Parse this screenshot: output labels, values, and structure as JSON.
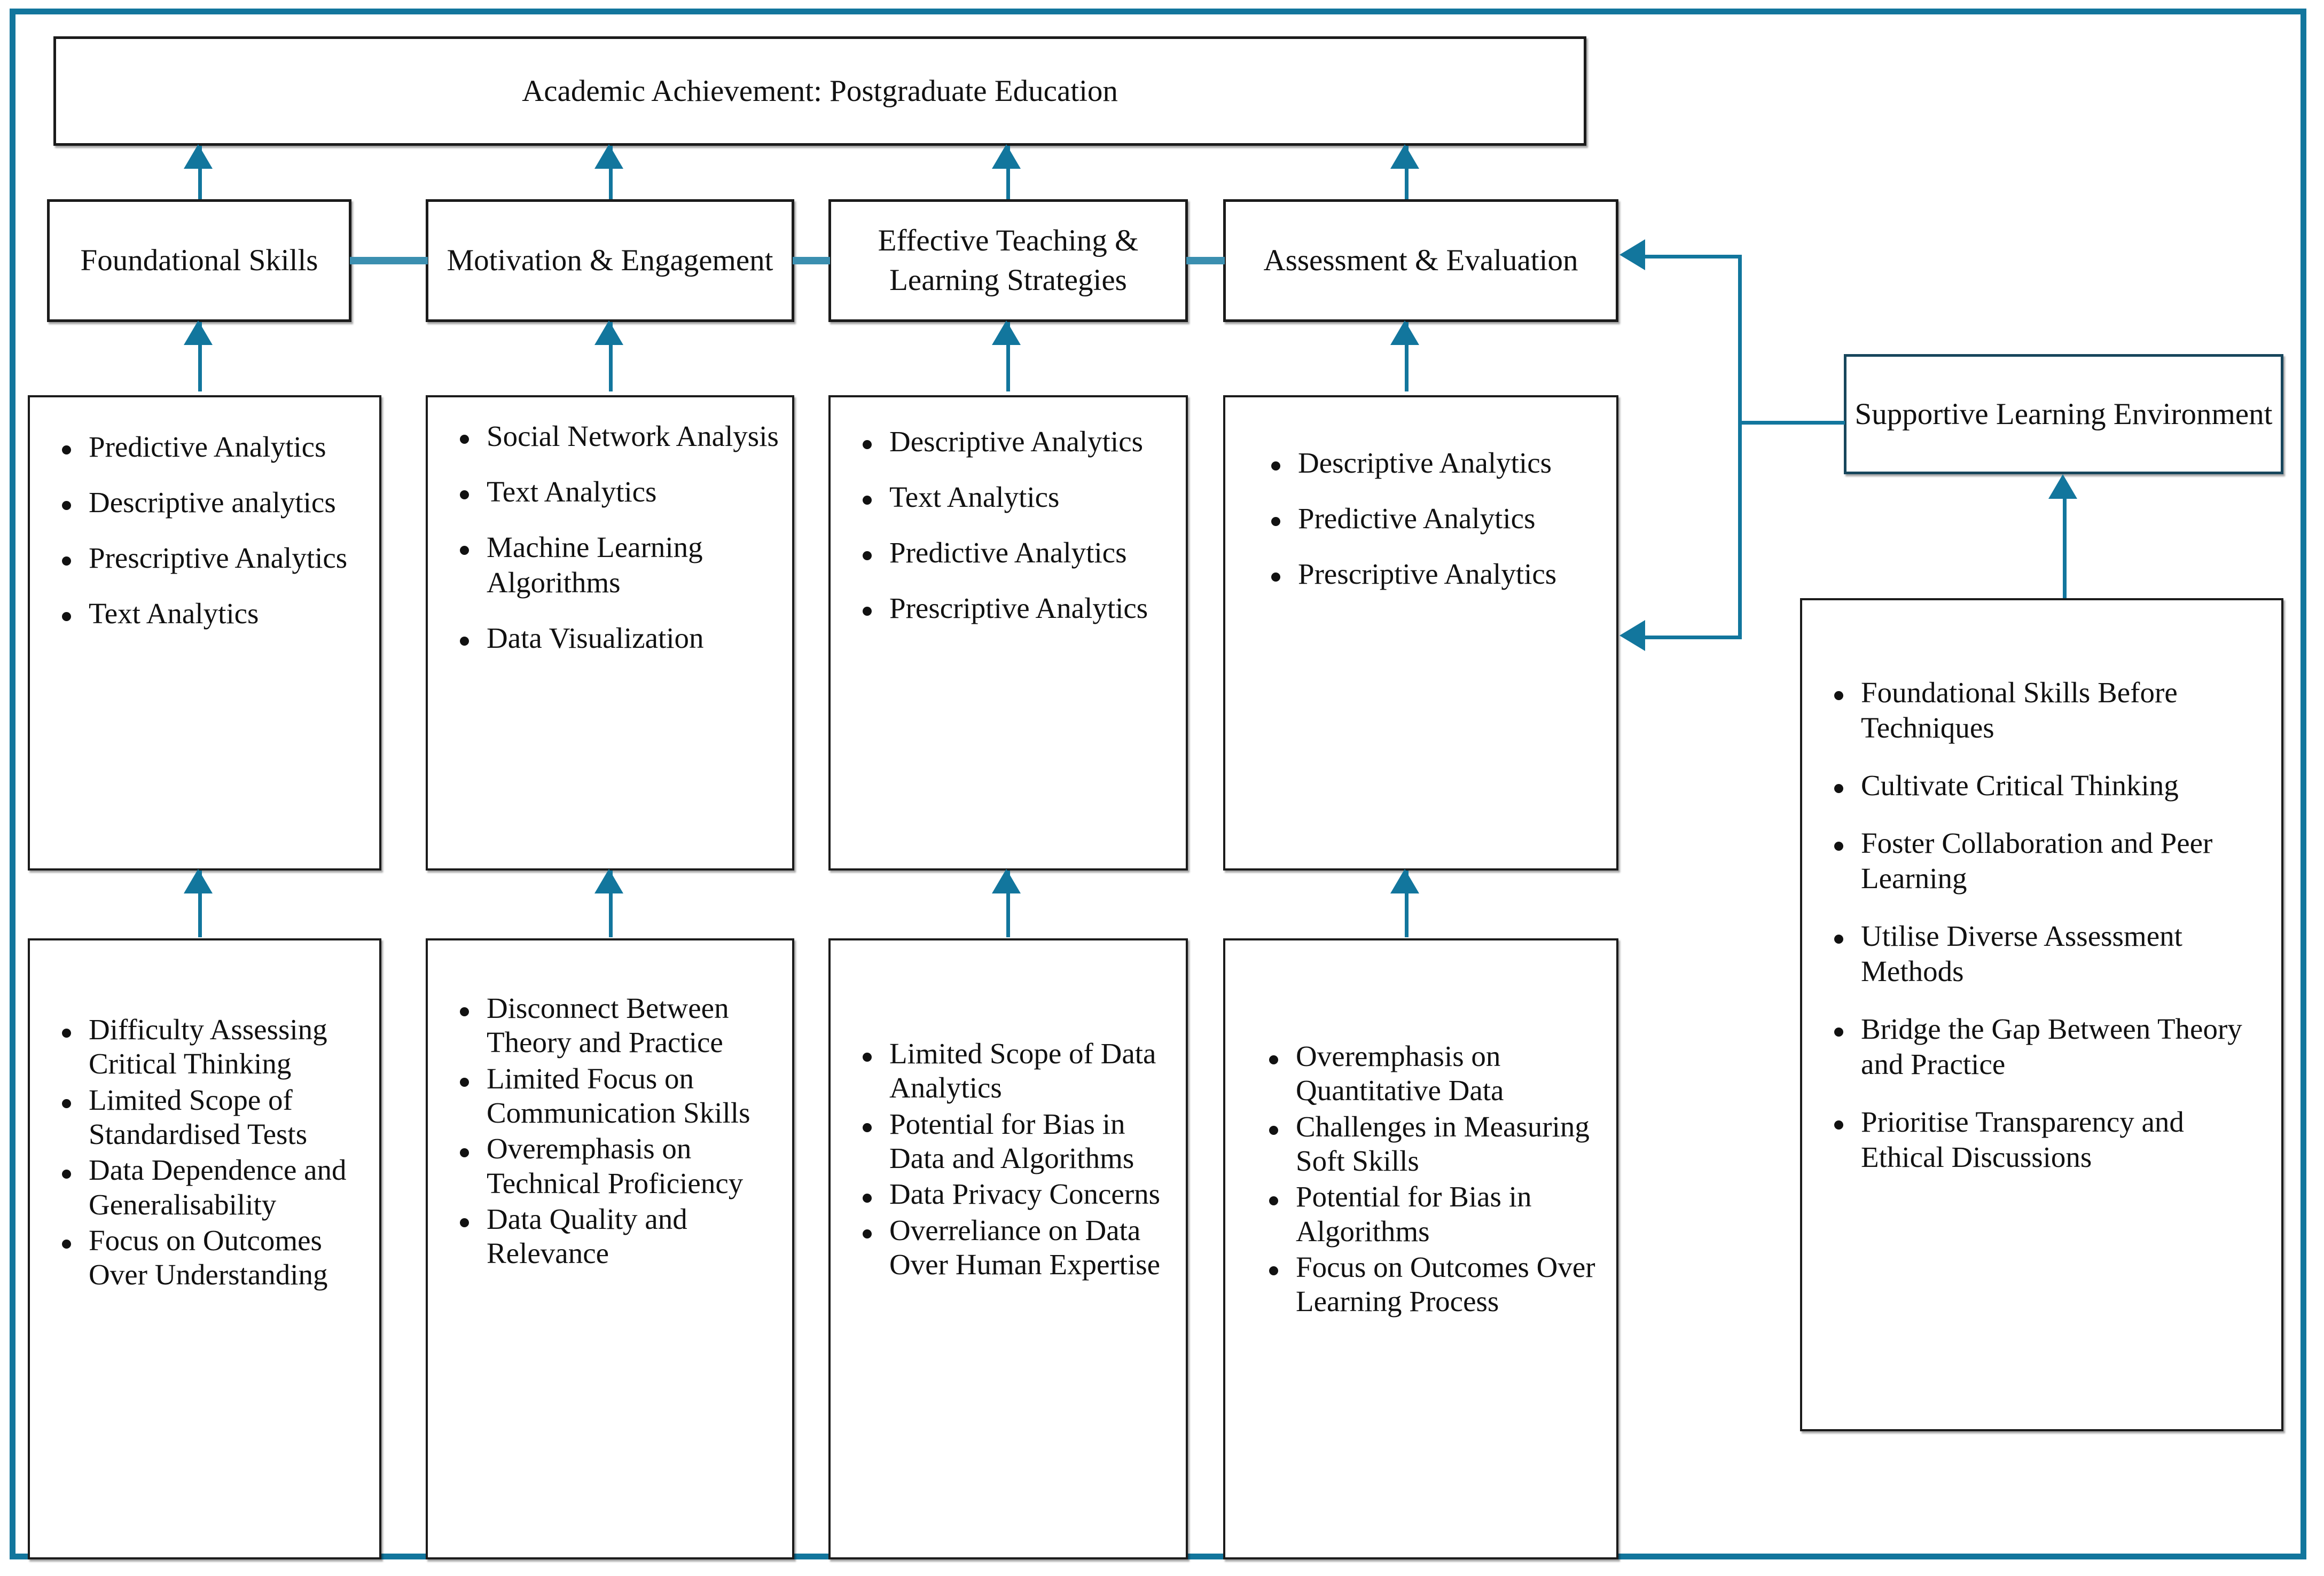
{
  "figure": {
    "accent_color": "#12769d",
    "box_border_color": "#1b1b1b",
    "frame_color": "#12769d"
  },
  "top": {
    "title": "Academic Achievement: Postgraduate Education"
  },
  "pillars": [
    {
      "label": "Foundational Skills"
    },
    {
      "label": "Motivation & Engagement"
    },
    {
      "label": "Effective Teaching & Learning Strategies"
    },
    {
      "label": "Assessment & Evaluation"
    }
  ],
  "analytics": [
    {
      "items": [
        "Predictive Analytics",
        "Descriptive analytics",
        "Prescriptive Analytics",
        "Text Analytics"
      ]
    },
    {
      "items": [
        "Social Network Analysis",
        "Text Analytics",
        "Machine Learning Algorithms",
        "Data Visualization"
      ]
    },
    {
      "items": [
        "Descriptive Analytics",
        "Text Analytics",
        "Predictive Analytics",
        "Prescriptive Analytics"
      ]
    },
    {
      "items": [
        "Descriptive Analytics",
        "Predictive Analytics",
        "Prescriptive Analytics"
      ]
    }
  ],
  "limitations": [
    {
      "items": [
        "Difficulty Assessing Critical Thinking",
        "Limited Scope of Standardised Tests",
        "Data Dependence and Generalisability",
        "Focus on Outcomes Over Understanding"
      ]
    },
    {
      "items": [
        "Disconnect Between Theory and Practice",
        "Limited Focus on Communication Skills",
        "Overemphasis on Technical Proficiency",
        "Data Quality and Relevance"
      ]
    },
    {
      "items": [
        "Limited Scope of Data Analytics",
        "Potential for Bias in Data and Algorithms",
        "Data Privacy Concerns",
        "Overreliance on Data Over Human Expertise"
      ]
    },
    {
      "items": [
        "Overemphasis on Quantitative Data",
        "Challenges in Measuring Soft Skills",
        "Potential for Bias in Algorithms",
        "Focus on Outcomes Over Learning Process"
      ]
    }
  ],
  "support": {
    "title": "Supportive Learning Environment"
  },
  "recommendations": {
    "items": [
      "Foundational Skills Before Techniques",
      "Cultivate Critical Thinking",
      "Foster Collaboration and Peer Learning",
      "Utilise Diverse Assessment Methods",
      "Bridge the Gap Between Theory and Practice",
      "Prioritise Transparency and Ethical Discussions"
    ]
  }
}
